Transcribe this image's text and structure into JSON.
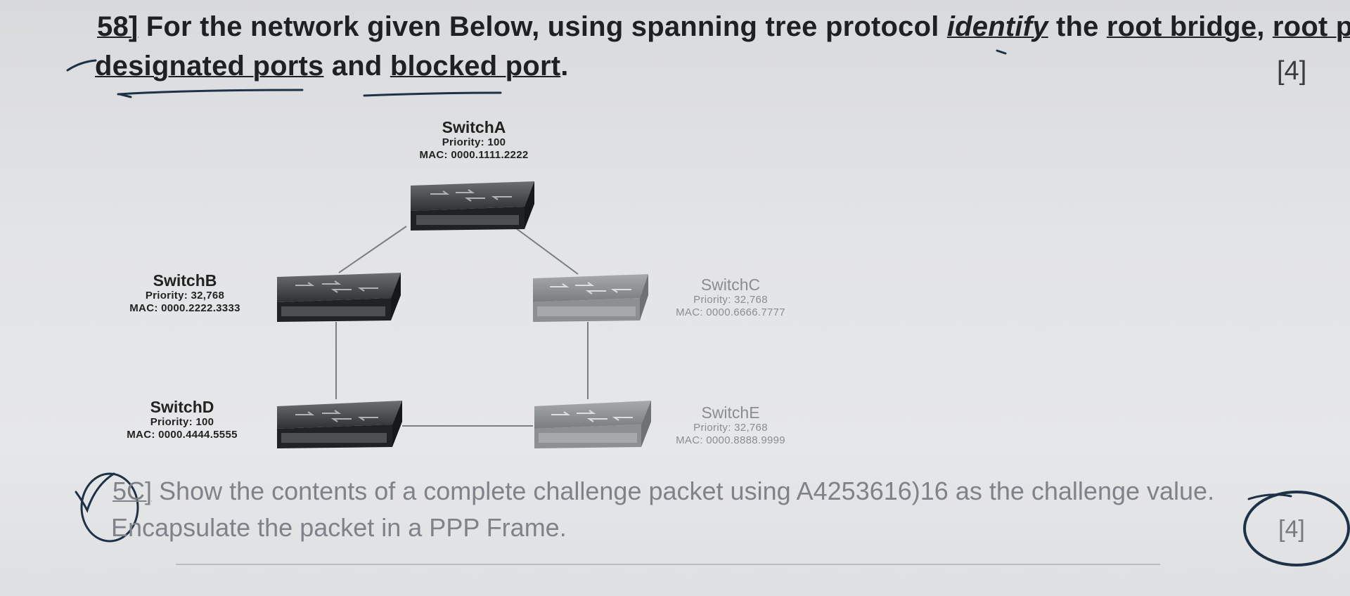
{
  "question58": {
    "number": "58]",
    "line1_pre": " For the network given Below, using spanning tree protocol ",
    "line1_identify": "identify",
    "line1_the": " the ",
    "line1_root_bridge": "root bridge",
    "line1_sep": ", ",
    "line1_root_ports": "root ports,",
    "line2_designated": "designated ports",
    "line2_mid": " and ",
    "line2_blocked": "blocked port",
    "line2_end": ".",
    "marks": "[4]"
  },
  "switches": {
    "a": {
      "name": "SwitchA",
      "priority": "Priority: 100",
      "mac": "MAC: 0000.1111.2222"
    },
    "b": {
      "name": "SwitchB",
      "priority": "Priority: 32,768",
      "mac": "MAC: 0000.2222.3333"
    },
    "c": {
      "name": "SwitchC",
      "priority": "Priority: 32,768",
      "mac": "MAC: 0000.6666.7777"
    },
    "d": {
      "name": "SwitchD",
      "priority": "Priority: 100",
      "mac": "MAC: 0000.4444.5555"
    },
    "e": {
      "name": "SwitchE",
      "priority": "Priority: 32,768",
      "mac": "MAC: 0000.8888.9999"
    }
  },
  "question5c": {
    "number": "5C]",
    "line1": " Show the contents of a complete challenge packet using A4253616)16 as the challenge value.",
    "line2": "Encapsulate the packet in a PPP Frame.",
    "marks": "[4]"
  },
  "colors": {
    "ink": "#1e2124",
    "faded_ink": "#7f8389",
    "pen": "#1d3147"
  }
}
